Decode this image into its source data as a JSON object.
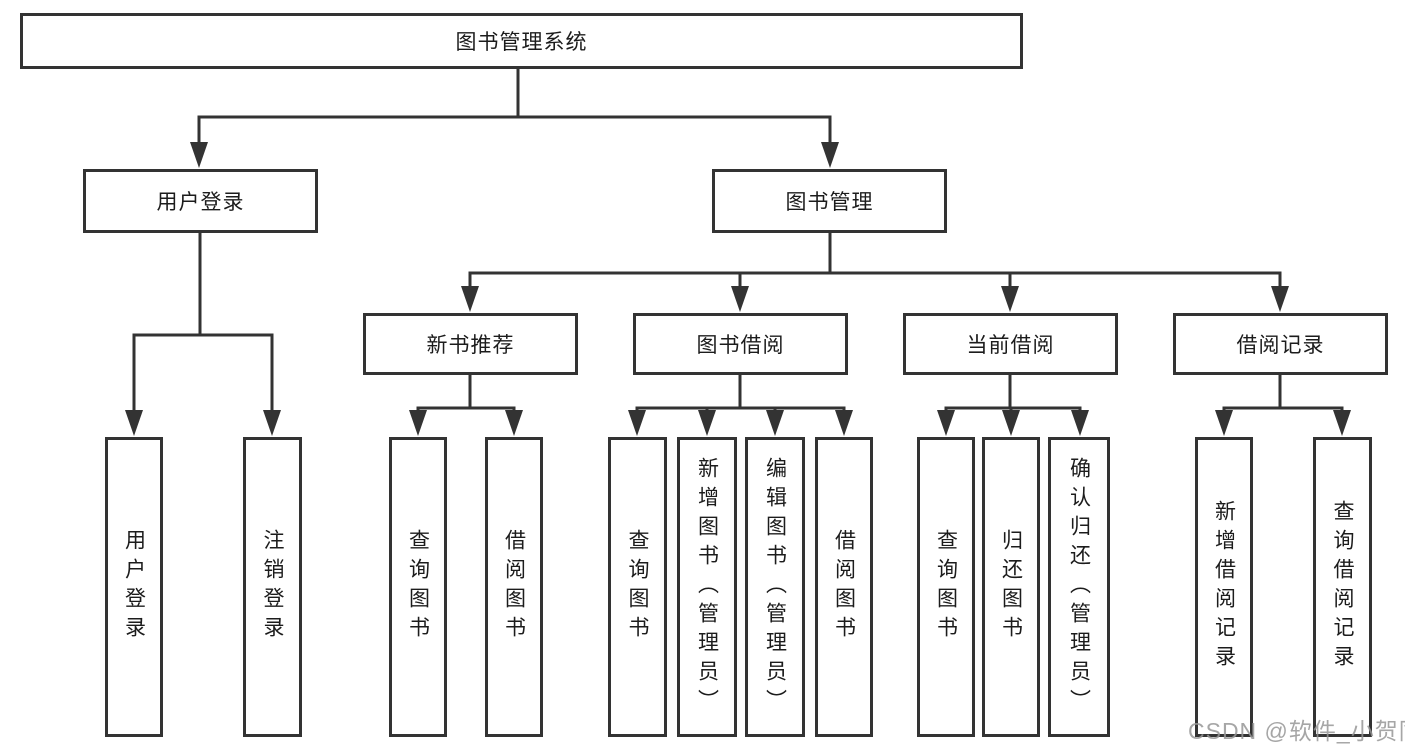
{
  "diagram": {
    "root": {
      "label": "图书管理系统"
    },
    "level2": [
      {
        "label": "用户登录"
      },
      {
        "label": "图书管理"
      }
    ],
    "level3": [
      {
        "label": "新书推荐"
      },
      {
        "label": "图书借阅"
      },
      {
        "label": "当前借阅"
      },
      {
        "label": "借阅记录"
      }
    ],
    "level4": [
      {
        "label": "用户登录"
      },
      {
        "label": "注销登录"
      },
      {
        "label": "查询图书"
      },
      {
        "label": "借阅图书"
      },
      {
        "label": "查询图书"
      },
      {
        "label": "新增图书（管理员）"
      },
      {
        "label": "编辑图书（管理员）"
      },
      {
        "label": "借阅图书"
      },
      {
        "label": "查询图书"
      },
      {
        "label": "归还图书"
      },
      {
        "label": "确认归还（管理员）"
      },
      {
        "label": "新增借阅记录"
      },
      {
        "label": "查询借阅记录"
      }
    ]
  },
  "watermark": {
    "text": "CSDN @软件_小贺同学"
  },
  "colors": {
    "line": "#333333",
    "text": "#1c1c1c",
    "watermark": "#969696"
  }
}
